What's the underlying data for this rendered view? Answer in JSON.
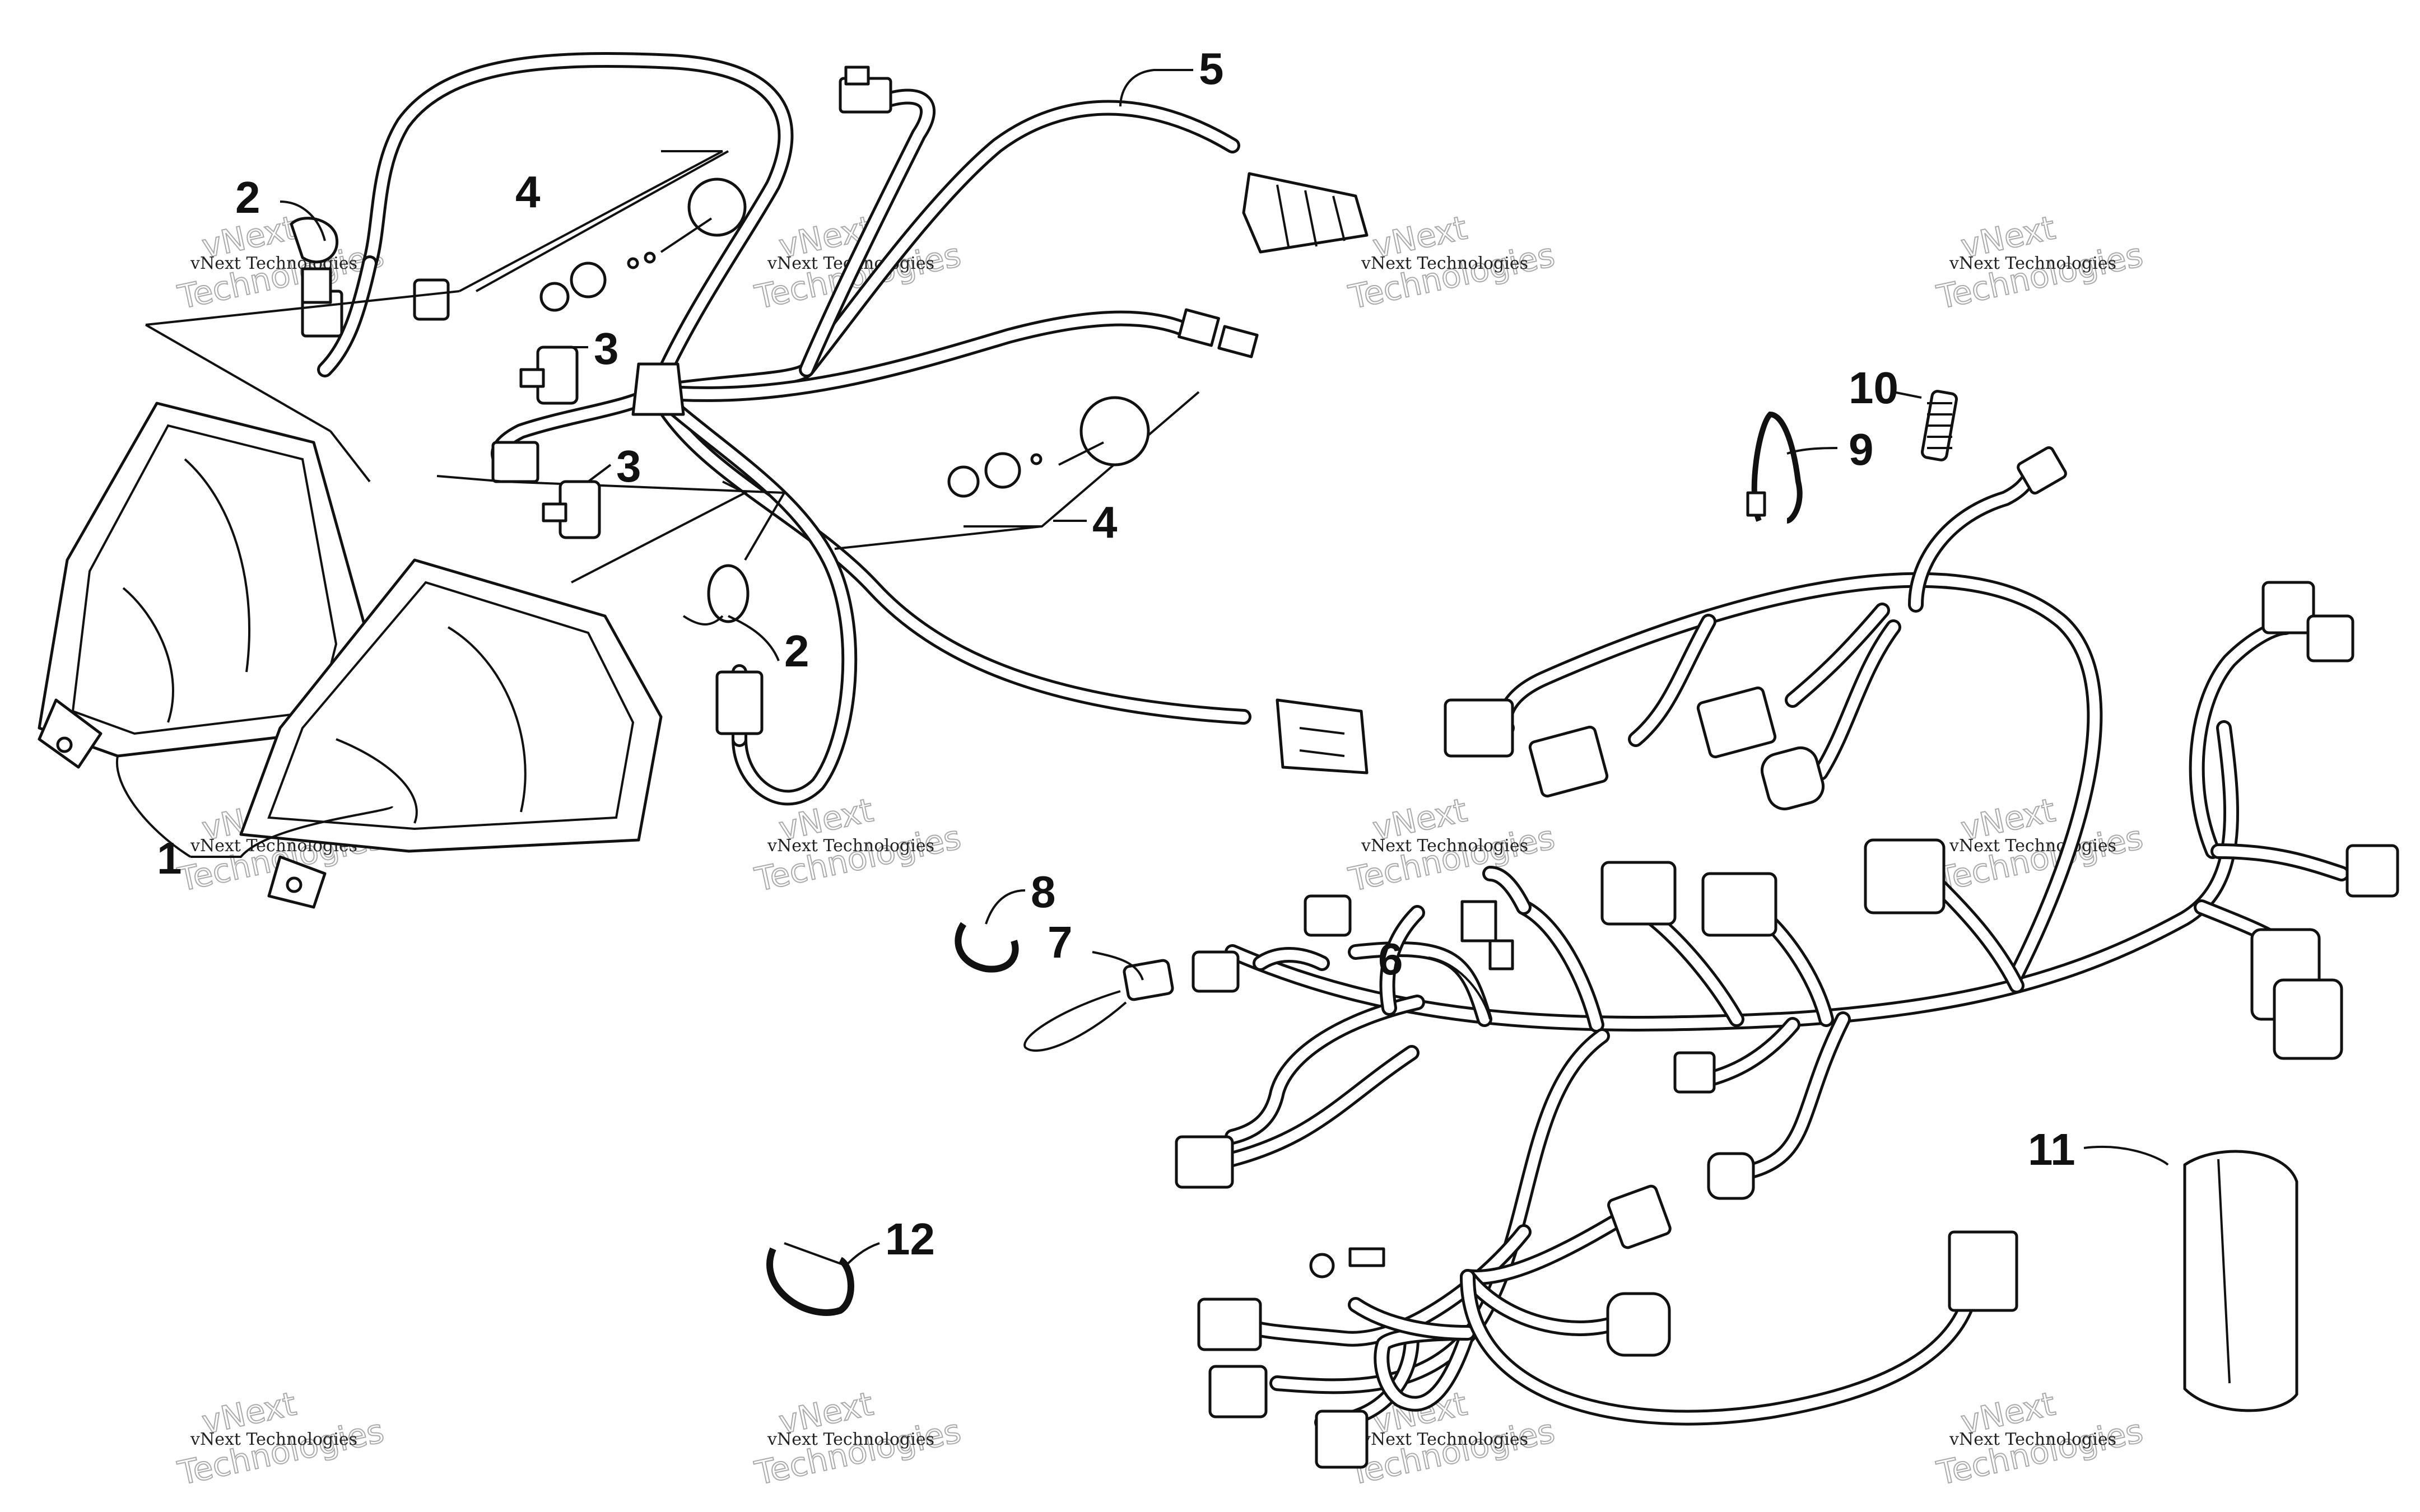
{
  "callouts": [
    {
      "id": "1",
      "label": "1"
    },
    {
      "id": "2a",
      "label": "2"
    },
    {
      "id": "2b",
      "label": "2"
    },
    {
      "id": "3a",
      "label": "3"
    },
    {
      "id": "3b",
      "label": "3"
    },
    {
      "id": "4a",
      "label": "4"
    },
    {
      "id": "4b",
      "label": "4"
    },
    {
      "id": "5",
      "label": "5"
    },
    {
      "id": "6",
      "label": "6"
    },
    {
      "id": "7",
      "label": "7"
    },
    {
      "id": "8",
      "label": "8"
    },
    {
      "id": "9",
      "label": "9"
    },
    {
      "id": "10",
      "label": "10"
    },
    {
      "id": "11",
      "label": "11"
    },
    {
      "id": "12",
      "label": "12"
    }
  ],
  "watermark": {
    "line1": "vNext Technologies",
    "line2": "vNext",
    "line3": "Technologies"
  },
  "colors": {
    "line": "#111111",
    "background": "#ffffff",
    "watermark": "#aaaaaa"
  }
}
